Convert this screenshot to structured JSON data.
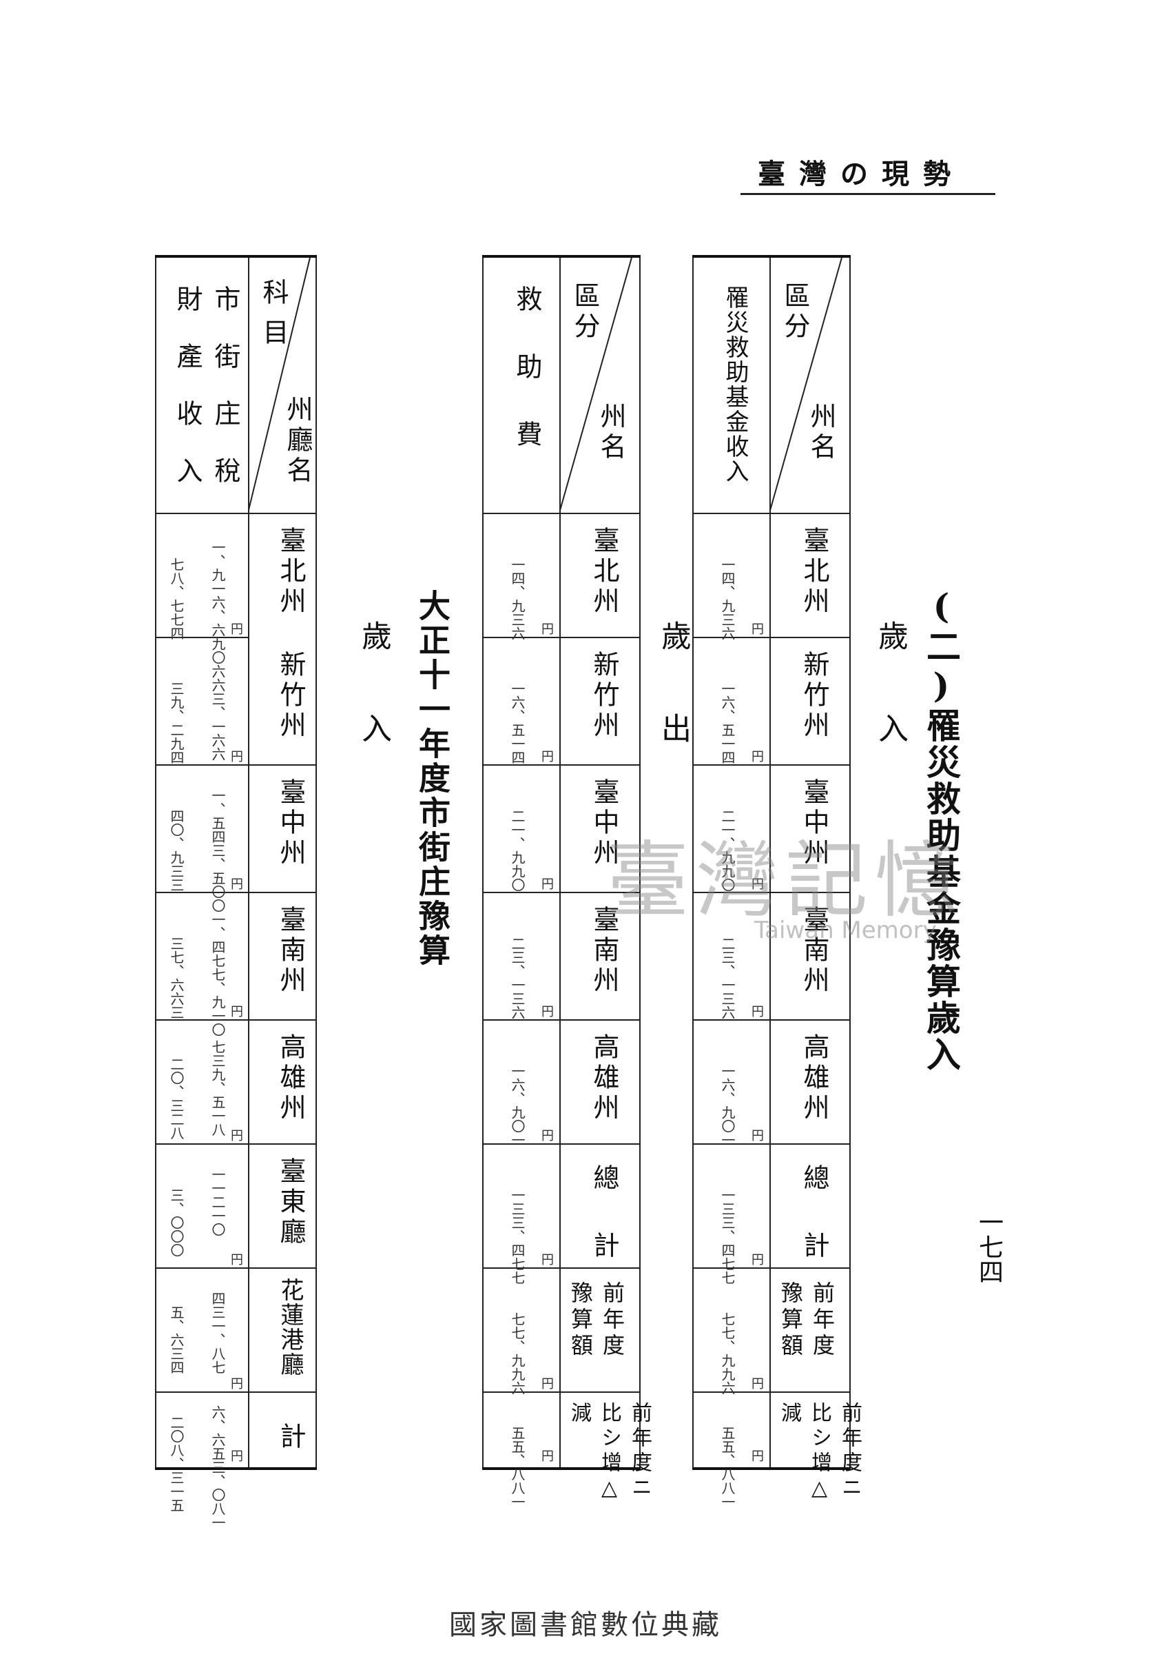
{
  "running_head": "臺灣の現勢",
  "page_number": "一七四",
  "section1": {
    "title": "(二)罹災救助基金豫算歲入",
    "income_heading": "歲入",
    "expenditure_heading": "歲出",
    "table_income": {
      "corner_top": "州名",
      "corner_bottom": "區分",
      "row_label": "罹災救助基金收入",
      "columns": [
        "臺北州",
        "新竹州",
        "臺中州",
        "臺南州",
        "高雄州",
        "總計",
        "前年度豫算額",
        "前年度ニ比シ增△減"
      ],
      "values": [
        "一四、九三六",
        "一六、五一四",
        "二一、九九〇",
        "二三、一三六",
        "一六、九〇一",
        "一三三、四七七",
        "七七、九九六",
        "五五、八八一"
      ],
      "unit": "円"
    },
    "table_expenditure": {
      "corner_top": "州名",
      "corner_bottom": "區分",
      "row_label": "救助費",
      "columns": [
        "臺北州",
        "新竹州",
        "臺中州",
        "臺南州",
        "高雄州",
        "總計",
        "前年度豫算額",
        "前年度ニ比シ增△減"
      ],
      "values": [
        "一四、九三六",
        "一六、五一四",
        "二一、九九〇",
        "二三、一三六",
        "一六、九〇一",
        "一三三、四七七",
        "七七、九九六",
        "五五、八八一"
      ],
      "unit": "円"
    }
  },
  "section2": {
    "title": "大正十一年度市街庄豫算",
    "heading": "歲入",
    "table": {
      "corner_top": "州廳名",
      "corner_bottom": "科目",
      "row_labels": [
        "市街庄稅",
        "財產收入"
      ],
      "columns": [
        "臺北州",
        "新竹州",
        "臺中州",
        "臺南州",
        "高雄州",
        "臺東廳",
        "花蓮港廳",
        "計"
      ],
      "values_row1": [
        "一、九一六、六九〇",
        "六六三、一六六",
        "一、五四三、五〇〇",
        "一、四七七、九一〇",
        "七三九、五一八",
        "一一二一〇",
        "四三一、八七",
        "六、六五三、〇八一"
      ],
      "values_row2": [
        "七八、七七四",
        "三九、二九四",
        "四〇、九三三",
        "三七、六六三",
        "二〇、三二八",
        "三、〇〇〇",
        "五、六三四",
        "二〇八、三一五"
      ],
      "unit": "円"
    }
  },
  "watermark": {
    "chinese": "臺灣記憶",
    "english": "Taiwan Memory"
  },
  "footer": "國家圖書館數位典藏"
}
